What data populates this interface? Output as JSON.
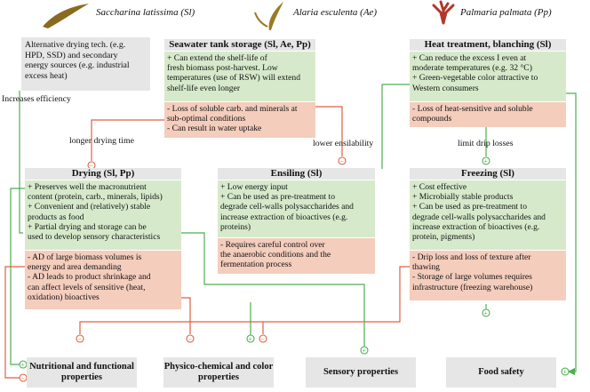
{
  "species": [
    {
      "name": "Saccharina latissima (Sl)",
      "icon": "kelp-icon"
    },
    {
      "name": "Alaria esculenta (Ae)",
      "icon": "alaria-icon"
    },
    {
      "name": "Palmaria palmata (Pp)",
      "icon": "palmaria-icon"
    }
  ],
  "alt_box": [
    "Alternative drying tech. (e.g.",
    "HPD, SSD) and secondary",
    "energy sources (e.g. industrial",
    "excess heat)"
  ],
  "labels": {
    "increases_efficiency": "Increases efficiency",
    "longer_drying_time": "longer drying time",
    "lower_ensilability": "lower ensilability",
    "limit_drip_losses": "limit drip losses"
  },
  "seawater": {
    "title": "Seawater tank storage (Sl, Ae, Pp)",
    "pos": [
      "+ Can extend the shelf-life of",
      "fresh biomass post-harvest. Low",
      "temperatures (use of RSW) will extend",
      "shelf-life even longer"
    ],
    "neg": [
      "- Loss of soluble carb. and minerals at",
      "sub-optimal conditions",
      "- Can result in water uptake"
    ]
  },
  "heat": {
    "title": "Heat treatment, blanching (Sl)",
    "pos": [
      "+ Can reduce the excess I even at",
      "moderate temperatures (e.g. 32 °C)",
      "+ Green-vegetable color attractive to",
      "Western consumers"
    ],
    "neg": [
      "- Loss of heat-sensitive and soluble",
      "compounds"
    ]
  },
  "drying": {
    "title": "Drying (Sl, Pp)",
    "pos": [
      "+ Preserves well the macronutrient",
      "content (protein, carb., minerals, lipids)",
      "+ Convenient and (relatively) stable",
      "products as food",
      "+ Partial drying and storage can be",
      "used to develop sensory characteristics"
    ],
    "neg": [
      "- AD of large biomass volumes is",
      "energy and area demanding",
      "- AD leads to product shrinkage and",
      "can affect levels of sensitive (heat,",
      "oxidation) bioactives"
    ]
  },
  "ensiling": {
    "title": "Ensiling (Sl)",
    "pos": [
      "+ Low energy input",
      "+ Can be used as pre-treatment to",
      "degrade cell-walls polysaccharides and",
      "increase extraction of bioactives (e.g.",
      "proteins)"
    ],
    "neg": [
      "- Requires careful control over",
      "the anaerobic conditions and the",
      "fermentation process"
    ]
  },
  "freezing": {
    "title": "Freezing (Sl)",
    "pos": [
      "+ Cost effective",
      "+ Microbially stable products",
      "+ Can be used as pre-treatment to",
      "degrade cell-walls polysaccharides and",
      "increase extraction of bioactives (e.g.",
      "protein, pigments)"
    ],
    "neg": [
      "- Drip loss and loss of texture after",
      "thawing",
      "- Storage of large volumes requires",
      "infrastructure (freezing warehouse)"
    ]
  },
  "outcomes": [
    "Nutritional and functional properties",
    "Physico-chemical and color properties",
    "Sensory properties",
    "Food safety"
  ],
  "colors": {
    "green": "#4caf50",
    "red": "#e06040",
    "pos_bg": "#d6eacb",
    "neg_bg": "#f4cdbd",
    "header_bg": "#e6e6e6"
  }
}
